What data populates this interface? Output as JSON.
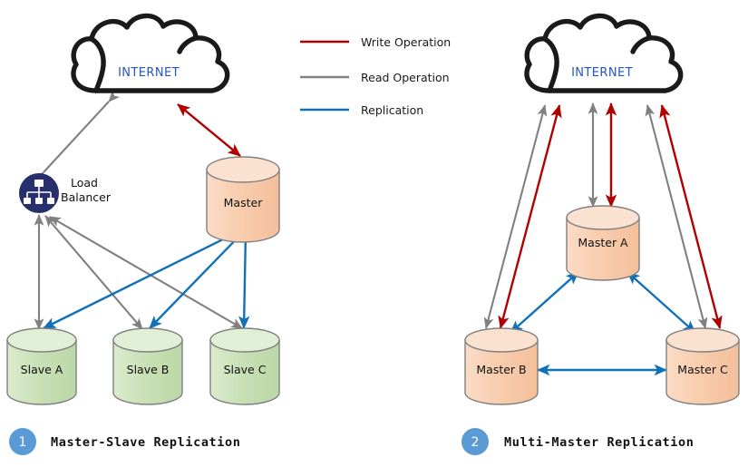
{
  "figure": {
    "title_left": "Master-Slave Replication",
    "title_right": "Multi-Master Replication"
  },
  "legend": {
    "items": [
      {
        "label": "Write Operation",
        "color": "#b00000",
        "icon": "line-swatch-icon"
      },
      {
        "label": "Read Operation",
        "color": "#808080",
        "icon": "line-swatch-icon"
      },
      {
        "label": "Replication",
        "color": "#1071b8",
        "icon": "line-swatch-icon"
      }
    ]
  },
  "colors": {
    "write": "#b00000",
    "read": "#808080",
    "replication": "#1071b8",
    "cloud_stroke": "#1a1a1a",
    "cloud_fill": "#ffffff",
    "cloud_text": "#2457b8",
    "db_master_body": "#f7c9a6",
    "db_master_top": "#fbe0cd",
    "db_slave_body": "#c3ddb0",
    "db_slave_top": "#dfeed3",
    "db_stroke": "#808080",
    "load_balancer_circle": "#27306b",
    "load_balancer_glyph": "#ffffff",
    "badge": "#5b9bd5",
    "badge_text": "#ffffff",
    "background": "#ffffff"
  },
  "left_diagram": {
    "name": "master-slave-replication",
    "badge": "1",
    "caption": "Master-Slave Replication",
    "nodes": [
      {
        "id": "internet",
        "type": "cloud",
        "label": "INTERNET"
      },
      {
        "id": "load-balancer",
        "type": "load-balancer",
        "label": "Load Balancer",
        "label_line_1": "Load",
        "label_line_2": "Balancer"
      },
      {
        "id": "master",
        "type": "database",
        "label": "Master",
        "fill": "master"
      },
      {
        "id": "slave-a",
        "type": "database",
        "label": "Slave A",
        "fill": "slave"
      },
      {
        "id": "slave-b",
        "type": "database",
        "label": "Slave B",
        "fill": "slave"
      },
      {
        "id": "slave-c",
        "type": "database",
        "label": "Slave C",
        "fill": "slave"
      }
    ],
    "edges": [
      {
        "from": "internet",
        "to": "load-balancer",
        "kind": "read",
        "arrows": "both"
      },
      {
        "from": "internet",
        "to": "master",
        "kind": "write",
        "arrows": "both"
      },
      {
        "from": "load-balancer",
        "to": "slave-a",
        "kind": "read",
        "arrows": "both"
      },
      {
        "from": "load-balancer",
        "to": "slave-b",
        "kind": "read",
        "arrows": "both"
      },
      {
        "from": "load-balancer",
        "to": "slave-c",
        "kind": "read",
        "arrows": "both"
      },
      {
        "from": "master",
        "to": "slave-a",
        "kind": "replication",
        "arrows": "end"
      },
      {
        "from": "master",
        "to": "slave-b",
        "kind": "replication",
        "arrows": "end"
      },
      {
        "from": "master",
        "to": "slave-c",
        "kind": "replication",
        "arrows": "end"
      }
    ]
  },
  "right_diagram": {
    "name": "multi-master-replication",
    "badge": "2",
    "caption": "Multi-Master Replication",
    "nodes": [
      {
        "id": "internet",
        "type": "cloud",
        "label": "INTERNET"
      },
      {
        "id": "master-a",
        "type": "database",
        "label": "Master A",
        "fill": "master"
      },
      {
        "id": "master-b",
        "type": "database",
        "label": "Master B",
        "fill": "master"
      },
      {
        "id": "master-c",
        "type": "database",
        "label": "Master C",
        "fill": "master"
      }
    ],
    "edges": [
      {
        "from": "internet",
        "to": "master-a",
        "kind": "read",
        "arrows": "both"
      },
      {
        "from": "internet",
        "to": "master-a",
        "kind": "write",
        "arrows": "both"
      },
      {
        "from": "internet",
        "to": "master-b",
        "kind": "read",
        "arrows": "both"
      },
      {
        "from": "internet",
        "to": "master-b",
        "kind": "write",
        "arrows": "both"
      },
      {
        "from": "internet",
        "to": "master-c",
        "kind": "read",
        "arrows": "both"
      },
      {
        "from": "internet",
        "to": "master-c",
        "kind": "write",
        "arrows": "both"
      },
      {
        "from": "master-b",
        "to": "master-a",
        "kind": "replication",
        "arrows": "both"
      },
      {
        "from": "master-c",
        "to": "master-a",
        "kind": "replication",
        "arrows": "both"
      },
      {
        "from": "master-b",
        "to": "master-c",
        "kind": "replication",
        "arrows": "both"
      }
    ]
  }
}
